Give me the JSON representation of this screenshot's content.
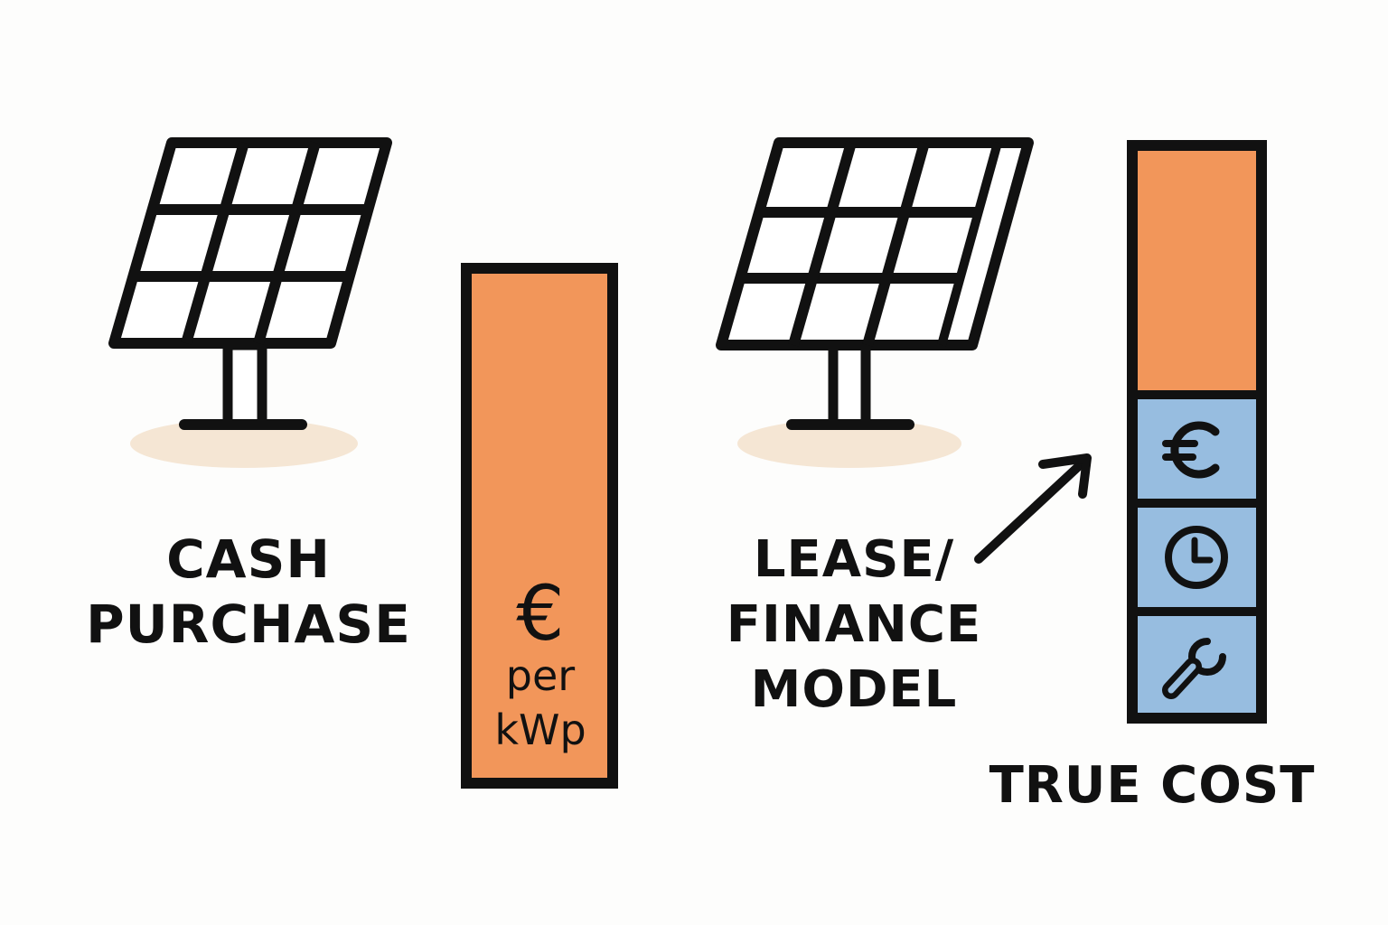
{
  "options": {
    "cash": {
      "label_lines": [
        "CASH",
        "PURCHASE"
      ],
      "bar": {
        "symbol": "€",
        "unit_lines": [
          "per",
          "kWp"
        ]
      }
    },
    "lease": {
      "label_lines": [
        "LEASE/",
        "FINANCE",
        "MODEL"
      ],
      "stack": {
        "label": "TRUE COST",
        "segments": [
          {
            "icon": "base-cost-block"
          },
          {
            "icon": "euro-icon"
          },
          {
            "icon": "clock-icon"
          },
          {
            "icon": "wrench-icon"
          }
        ]
      }
    }
  },
  "colors": {
    "outline": "#111111",
    "orange": "#f2965a",
    "blue": "#97bde0",
    "ground": "#f5e6d4",
    "background": "#fdfdfc"
  }
}
